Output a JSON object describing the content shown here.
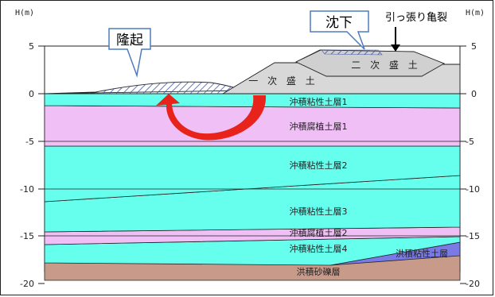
{
  "axis": {
    "left_unit": "H(m)",
    "right_unit": "H(m)",
    "ticks": [
      "5",
      "0",
      "-5",
      "-10",
      "-15",
      "-20"
    ]
  },
  "embankment": {
    "primary": "一 次 盛 土",
    "secondary": "二 次 盛 土"
  },
  "layers": {
    "clay1": "沖積粘性土層1",
    "peat1": "沖積腐植土層1",
    "clay2": "沖積粘性土層2",
    "clay3": "沖積粘性土層3",
    "peat2": "沖積腐植土層2",
    "clay4": "沖積粘性土層4",
    "dil_clay": "洪積粘性土層",
    "gravel": "洪積砂礫層"
  },
  "callouts": {
    "heave": "隆起",
    "settlement": "沈下",
    "crack": "引っ張り亀裂"
  },
  "colors": {
    "clay": "#66ffee",
    "peat": "#f0bff5",
    "embankment": "#d8d8d8",
    "dil_clay": "#7a7ae6",
    "gravel": "#c79a8a",
    "callout_border": "#4f7bbf",
    "arrow": "#e8231c"
  }
}
